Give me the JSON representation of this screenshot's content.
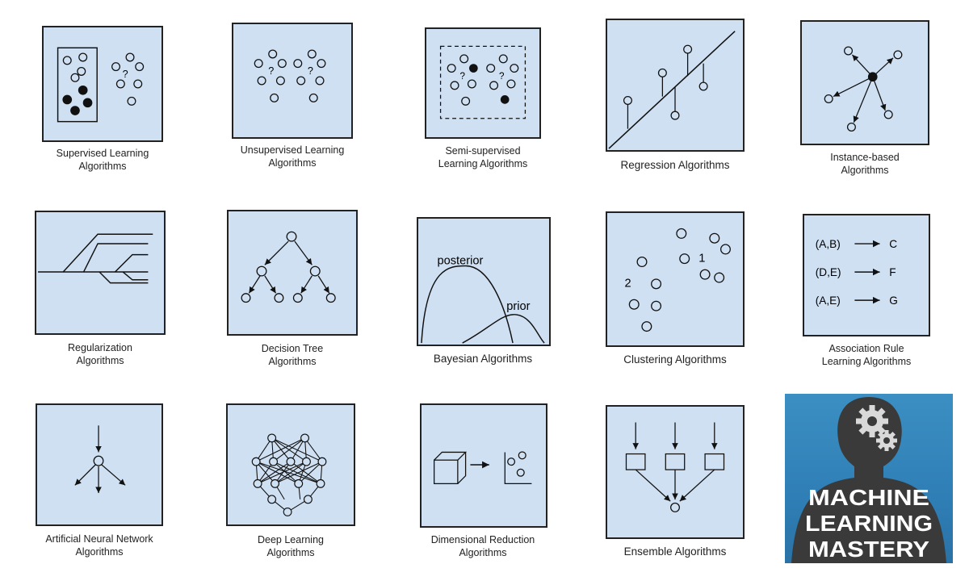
{
  "tiles": [
    {
      "id": "supervised",
      "caption": "Supervised Learning\nAlgorithms"
    },
    {
      "id": "unsupervised",
      "caption": "Unsupervised Learning\nAlgorithms"
    },
    {
      "id": "semi_supervised",
      "caption": "Semi-supervised\nLearning Algorithms"
    },
    {
      "id": "regression",
      "caption": "Regression Algorithms"
    },
    {
      "id": "instance",
      "caption": "Instance-based\nAlgorithms"
    },
    {
      "id": "regularization",
      "caption": "Regularization\nAlgorithms"
    },
    {
      "id": "decision_tree",
      "caption": "Decision Tree\nAlgorithms"
    },
    {
      "id": "bayesian",
      "caption": "Bayesian Algorithms",
      "labels": {
        "posterior": "posterior",
        "prior": "prior"
      }
    },
    {
      "id": "clustering",
      "caption": "Clustering Algorithms",
      "labels": {
        "c1": "1",
        "c2": "2"
      }
    },
    {
      "id": "association",
      "caption": "Association Rule\nLearning Algorithms",
      "rules": [
        {
          "lhs": "(A,B)",
          "rhs": "C"
        },
        {
          "lhs": "(D,E)",
          "rhs": "F"
        },
        {
          "lhs": "(A,E)",
          "rhs": "G"
        }
      ]
    },
    {
      "id": "neural",
      "caption": "Artificial Neural Network\nAlgorithms"
    },
    {
      "id": "deep",
      "caption": "Deep Learning\nAlgorithms"
    },
    {
      "id": "dimensional",
      "caption": "Dimensional Reduction\nAlgorithms"
    },
    {
      "id": "ensemble",
      "caption": "Ensemble Algorithms"
    }
  ],
  "question_mark": "?",
  "logo": {
    "lines": [
      "MACHINE",
      "LEARNING",
      "MASTERY"
    ],
    "icon": "gears-head-icon",
    "colors": {
      "bg": "#3b8fc2",
      "figure": "#3a3a3a",
      "text": "#ffffff"
    }
  }
}
